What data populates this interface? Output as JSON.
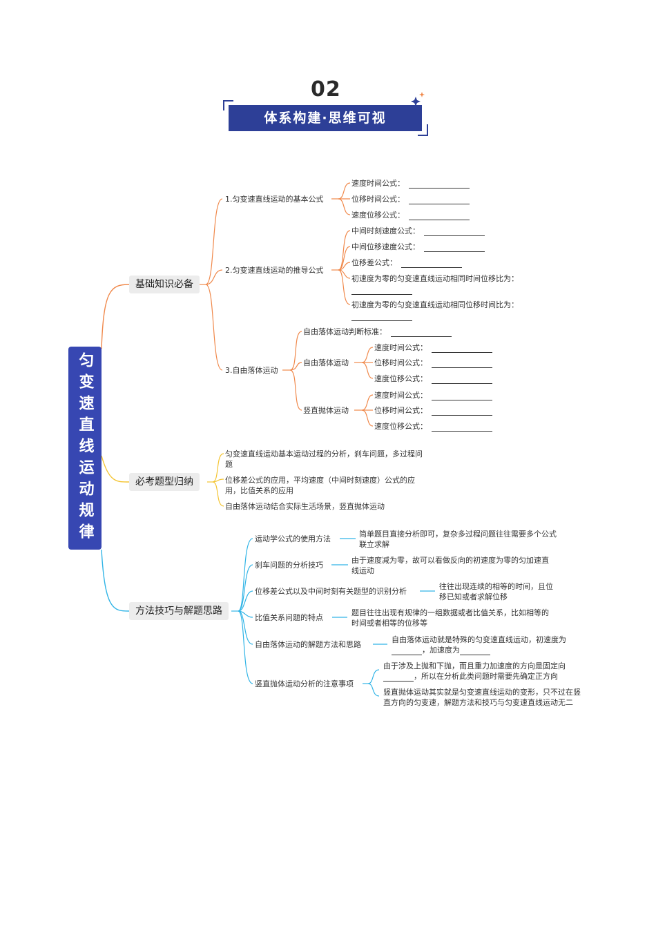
{
  "header": {
    "number": "02",
    "banner": "体系构建·思维可视"
  },
  "root": {
    "title": "匀变速直线运动规律"
  },
  "categories": {
    "basic": "基础知识必备",
    "exam": "必考题型归纳",
    "method": "方法技巧与解题思路"
  },
  "basic": {
    "s1": {
      "title": "1.匀变速直线运动的基本公式",
      "items": [
        "速度时间公式：",
        "位移时间公式：",
        "速度位移公式："
      ]
    },
    "s2": {
      "title": "2.匀变速直线运动的推导公式",
      "items": [
        "中间时刻速度公式：",
        "中间位移速度公式：",
        "位移差公式：",
        "初速度为零的匀变速直线运动相同时间位移比为：",
        "初速度为零的匀变速直线运动相同位移时间比为："
      ]
    },
    "s3": {
      "title": "3.自由落体运动",
      "criterion": "自由落体运动判断标准：",
      "free_fall": {
        "title": "自由落体运动",
        "items": [
          "速度时间公式：",
          "位移时间公式：",
          "速度位移公式："
        ]
      },
      "vertical": {
        "title": "竖直抛体运动",
        "items": [
          "速度时间公式：",
          "位移时间公式：",
          "速度位移公式："
        ]
      }
    }
  },
  "exam": {
    "items": [
      {
        "line1": "匀变速直线运动基本运动过程的分析，刹车问题，多过程问",
        "line2": "题"
      },
      {
        "line1": "位移差公式的应用，平均速度（中间时刻速度）公式的应",
        "line2": "用，比值关系的应用"
      },
      {
        "line1": "自由落体运动结合实际生活场景，竖直抛体运动",
        "line2": ""
      }
    ]
  },
  "method": {
    "items": [
      {
        "title": "运动学公式的使用方法",
        "d1": "简单题目直接分析即可，复杂多过程问题往往需要多个公式",
        "d2": "联立求解"
      },
      {
        "title": "刹车问题的分析技巧",
        "d1": "由于速度减为零，故可以看做反向的初速度为零的匀加速直",
        "d2": "线运动"
      },
      {
        "title": "位移差公式以及中间时刻有关题型的识别分析",
        "d1": "往往出现连续的相等的时间，且位",
        "d2": "移已知或者求解位移"
      },
      {
        "title": "比值关系问题的特点",
        "d1": "题目往往出现有规律的一组数据或者比值关系，比如相等的",
        "d2": "时间或者相等的位移等"
      },
      {
        "title": "自由落体运动的解题方法和思路",
        "d1": "自由落体运动就是特殊的匀变速直线运动，初速度为",
        "d2a": "，加速度为"
      },
      {
        "title": "竖直抛体运动分析的注意事项",
        "a1": "由于涉及上抛和下抛，而且重力加速度的方向是固定向",
        "a2": "，所以在分析此类问题时需要先确定正方向",
        "b1": "竖直抛体运动其实就是匀变速直线运动的变形，只不过在竖",
        "b2": "直方向的匀变速，解题方法和技巧与匀变速直线运动无二"
      }
    ]
  },
  "colors": {
    "orange": "#f0884a",
    "yellow": "#f4c430",
    "cyan": "#30b4e6",
    "navy": "#2d3f97",
    "root": "#3747b2"
  }
}
